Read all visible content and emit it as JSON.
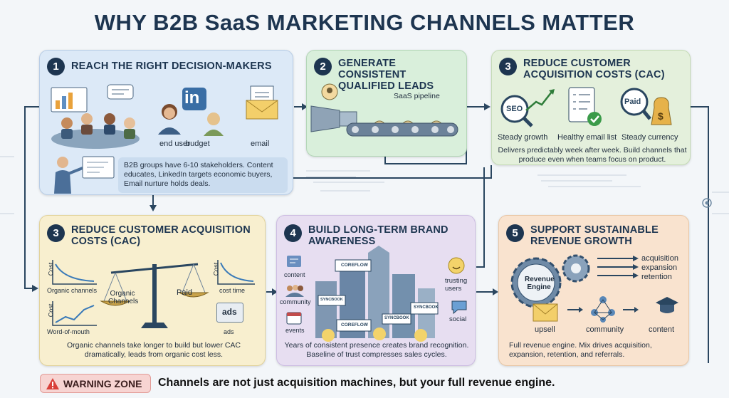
{
  "title": "WHY B2B SaaS MARKETING CHANNELS MATTER",
  "panels": {
    "p1": {
      "number": "1",
      "title": "REACH THE RIGHT DECISION-MAKERS",
      "labels": [
        "end user",
        "budget",
        "email"
      ],
      "description": "B2B groups have 6-10 stakeholders. Content educates, LinkedIn targets economic buyers, Email nurture holds deals.",
      "logo_text": "in"
    },
    "p2": {
      "number": "2",
      "title": "GENERATE CONSISTENT QUALIFIED LEADS",
      "labels": [
        "SaaS pipeline"
      ]
    },
    "p3a": {
      "number": "3",
      "title": "REDUCE CUSTOMER ACQUISITION COSTS (CAC)",
      "labels": [
        "Steady growth",
        "Healthy email list",
        "Steady currency"
      ],
      "icon_texts": [
        "SEO",
        "Paid",
        "$"
      ],
      "description": "Delivers predictably week after week. Build channels that produce even when teams focus on product."
    },
    "p3b": {
      "number": "3",
      "title": "REDUCE CUSTOMER ACQUISITION COSTS (CAC)",
      "labels": [
        "Organic channels",
        "Word-of-mouth",
        "cost time",
        "ads"
      ],
      "axis_labels": [
        "Cost",
        "Cost",
        "Cost"
      ],
      "scale_labels": [
        "Organic Channels",
        "Paid"
      ],
      "ads_box": "ads",
      "description": "Organic channels take longer to build but lower CAC dramatically, leads from organic cost less."
    },
    "p4": {
      "number": "4",
      "title": "BUILD LONG-TERM BRAND AWARENESS",
      "labels": [
        "content",
        "community",
        "events",
        "trusting users",
        "social"
      ],
      "billboards": [
        "COREFLOW",
        "SYNCBOOK",
        "SYNCBOOK",
        "COREFLOW",
        "SYNCBOOK"
      ],
      "description": "Years of consistent presence creates brand recognition. Baseline of trust compresses sales cycles."
    },
    "p5": {
      "number": "5",
      "title": "SUPPORT SUSTAINABLE REVENUE GROWTH",
      "labels": [
        "acquisition",
        "expansion",
        "retention",
        "upsell",
        "community",
        "content"
      ],
      "engine_label": "Revenue Engine",
      "description": "Full revenue engine. Mix drives acquisition, expansion, retention, and referrals."
    }
  },
  "warning": {
    "label": "WARNING ZONE",
    "icon": "warning-triangle-icon",
    "tagline": "Channels are not just acquisition machines, but your full revenue engine."
  },
  "colors": {
    "navy": "#1d3550",
    "connector": "#2a4660",
    "warn_bg": "#f7d4d2"
  }
}
